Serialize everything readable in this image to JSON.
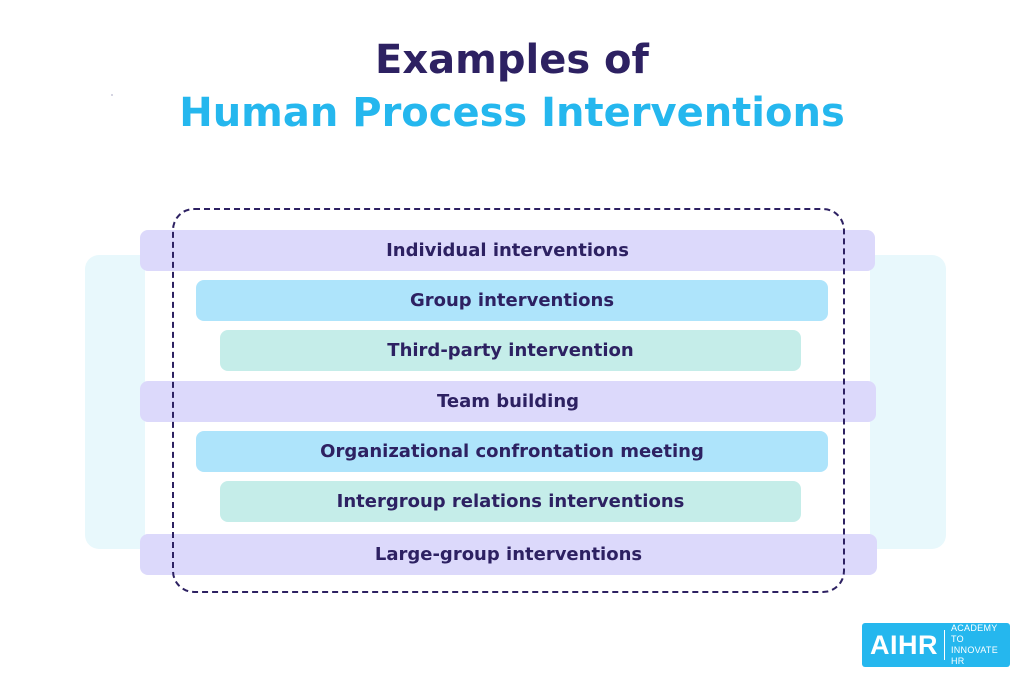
{
  "title": {
    "line1": "Examples of",
    "line2": "Human Process Interventions"
  },
  "items": [
    {
      "label": "Individual interventions",
      "color": "#dcd9fb"
    },
    {
      "label": "Group interventions",
      "color": "#aee4fb"
    },
    {
      "label": "Third-party intervention",
      "color": "#c5ede9"
    },
    {
      "label": "Team building",
      "color": "#dcd9fb"
    },
    {
      "label": "Organizational confrontation meeting",
      "color": "#aee4fb"
    },
    {
      "label": "Intergroup relations interventions",
      "color": "#c5ede9"
    },
    {
      "label": "Large-group interventions",
      "color": "#dcd9fb"
    }
  ],
  "logo": {
    "mark": "AIHR",
    "tagline_line1": "ACADEMY TO",
    "tagline_line2": "INNOVATE HR"
  },
  "colors": {
    "title_dark": "#2d2162",
    "title_accent": "#25b7ee",
    "frame": "#2d2162",
    "backdrop": "#e8f8fc"
  }
}
